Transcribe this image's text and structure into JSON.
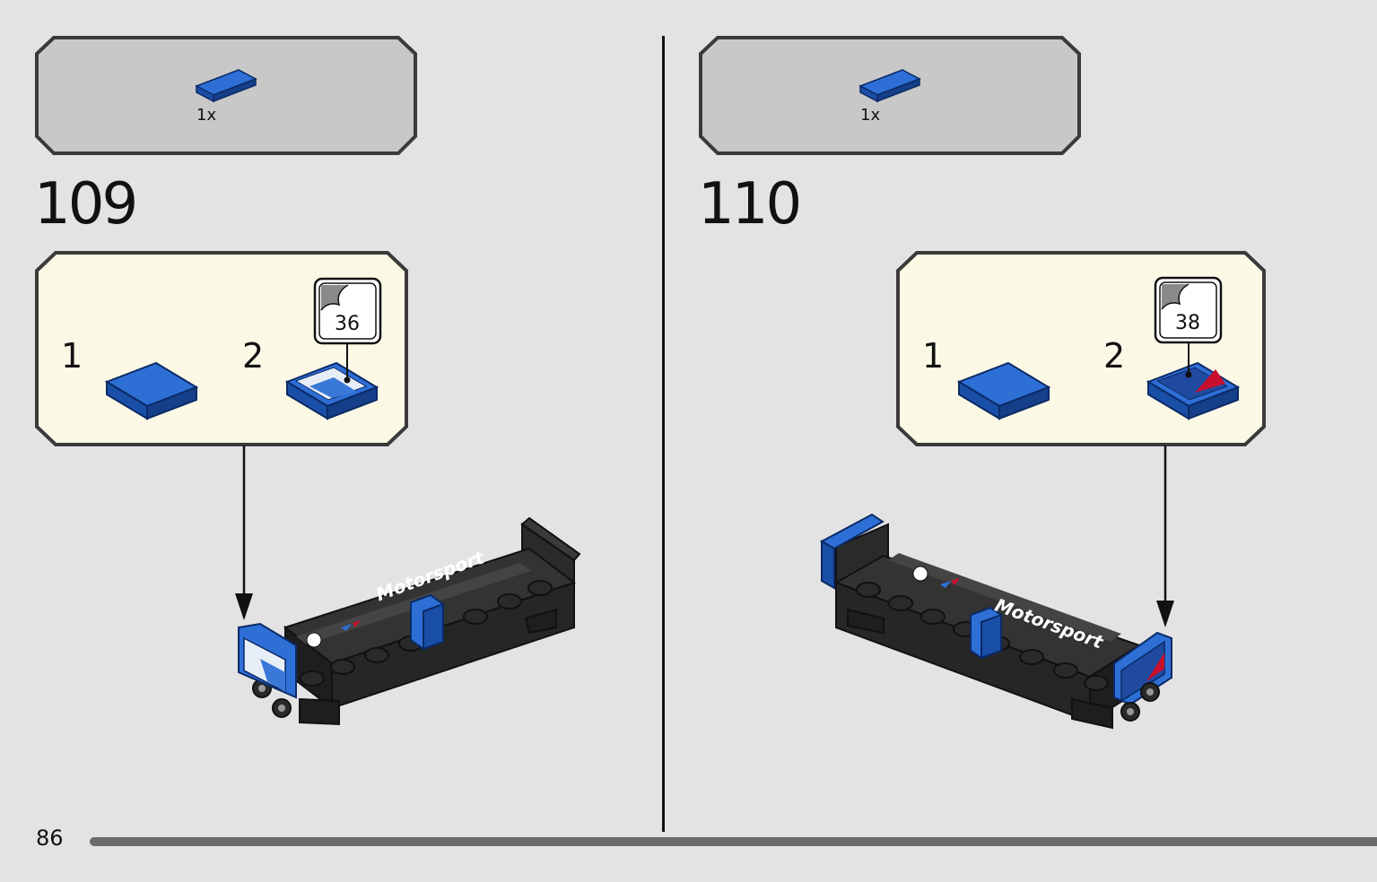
{
  "page": {
    "number": "86",
    "colors": {
      "background": "#e3e3e3",
      "parts_box": "#c8c8c8",
      "sub_box": "#fbf9e6",
      "brick_blue": "#1f5fc8",
      "sticker_red": "#c8102e"
    }
  },
  "steps": [
    {
      "number": "109",
      "parts": [
        {
          "icon": "blue-tile-1x2",
          "qty": "1x"
        }
      ],
      "substeps": [
        {
          "label": "1",
          "icon": "blue-tile-1x2"
        },
        {
          "label": "2",
          "icon": "blue-tile-with-sticker"
        }
      ],
      "sticker": "36",
      "model_text": "Motorsport"
    },
    {
      "number": "110",
      "parts": [
        {
          "icon": "blue-tile-1x2",
          "qty": "1x"
        }
      ],
      "substeps": [
        {
          "label": "1",
          "icon": "blue-tile-1x2"
        },
        {
          "label": "2",
          "icon": "blue-tile-with-red-sticker"
        }
      ],
      "sticker": "38",
      "model_text": "Motorsport"
    }
  ]
}
